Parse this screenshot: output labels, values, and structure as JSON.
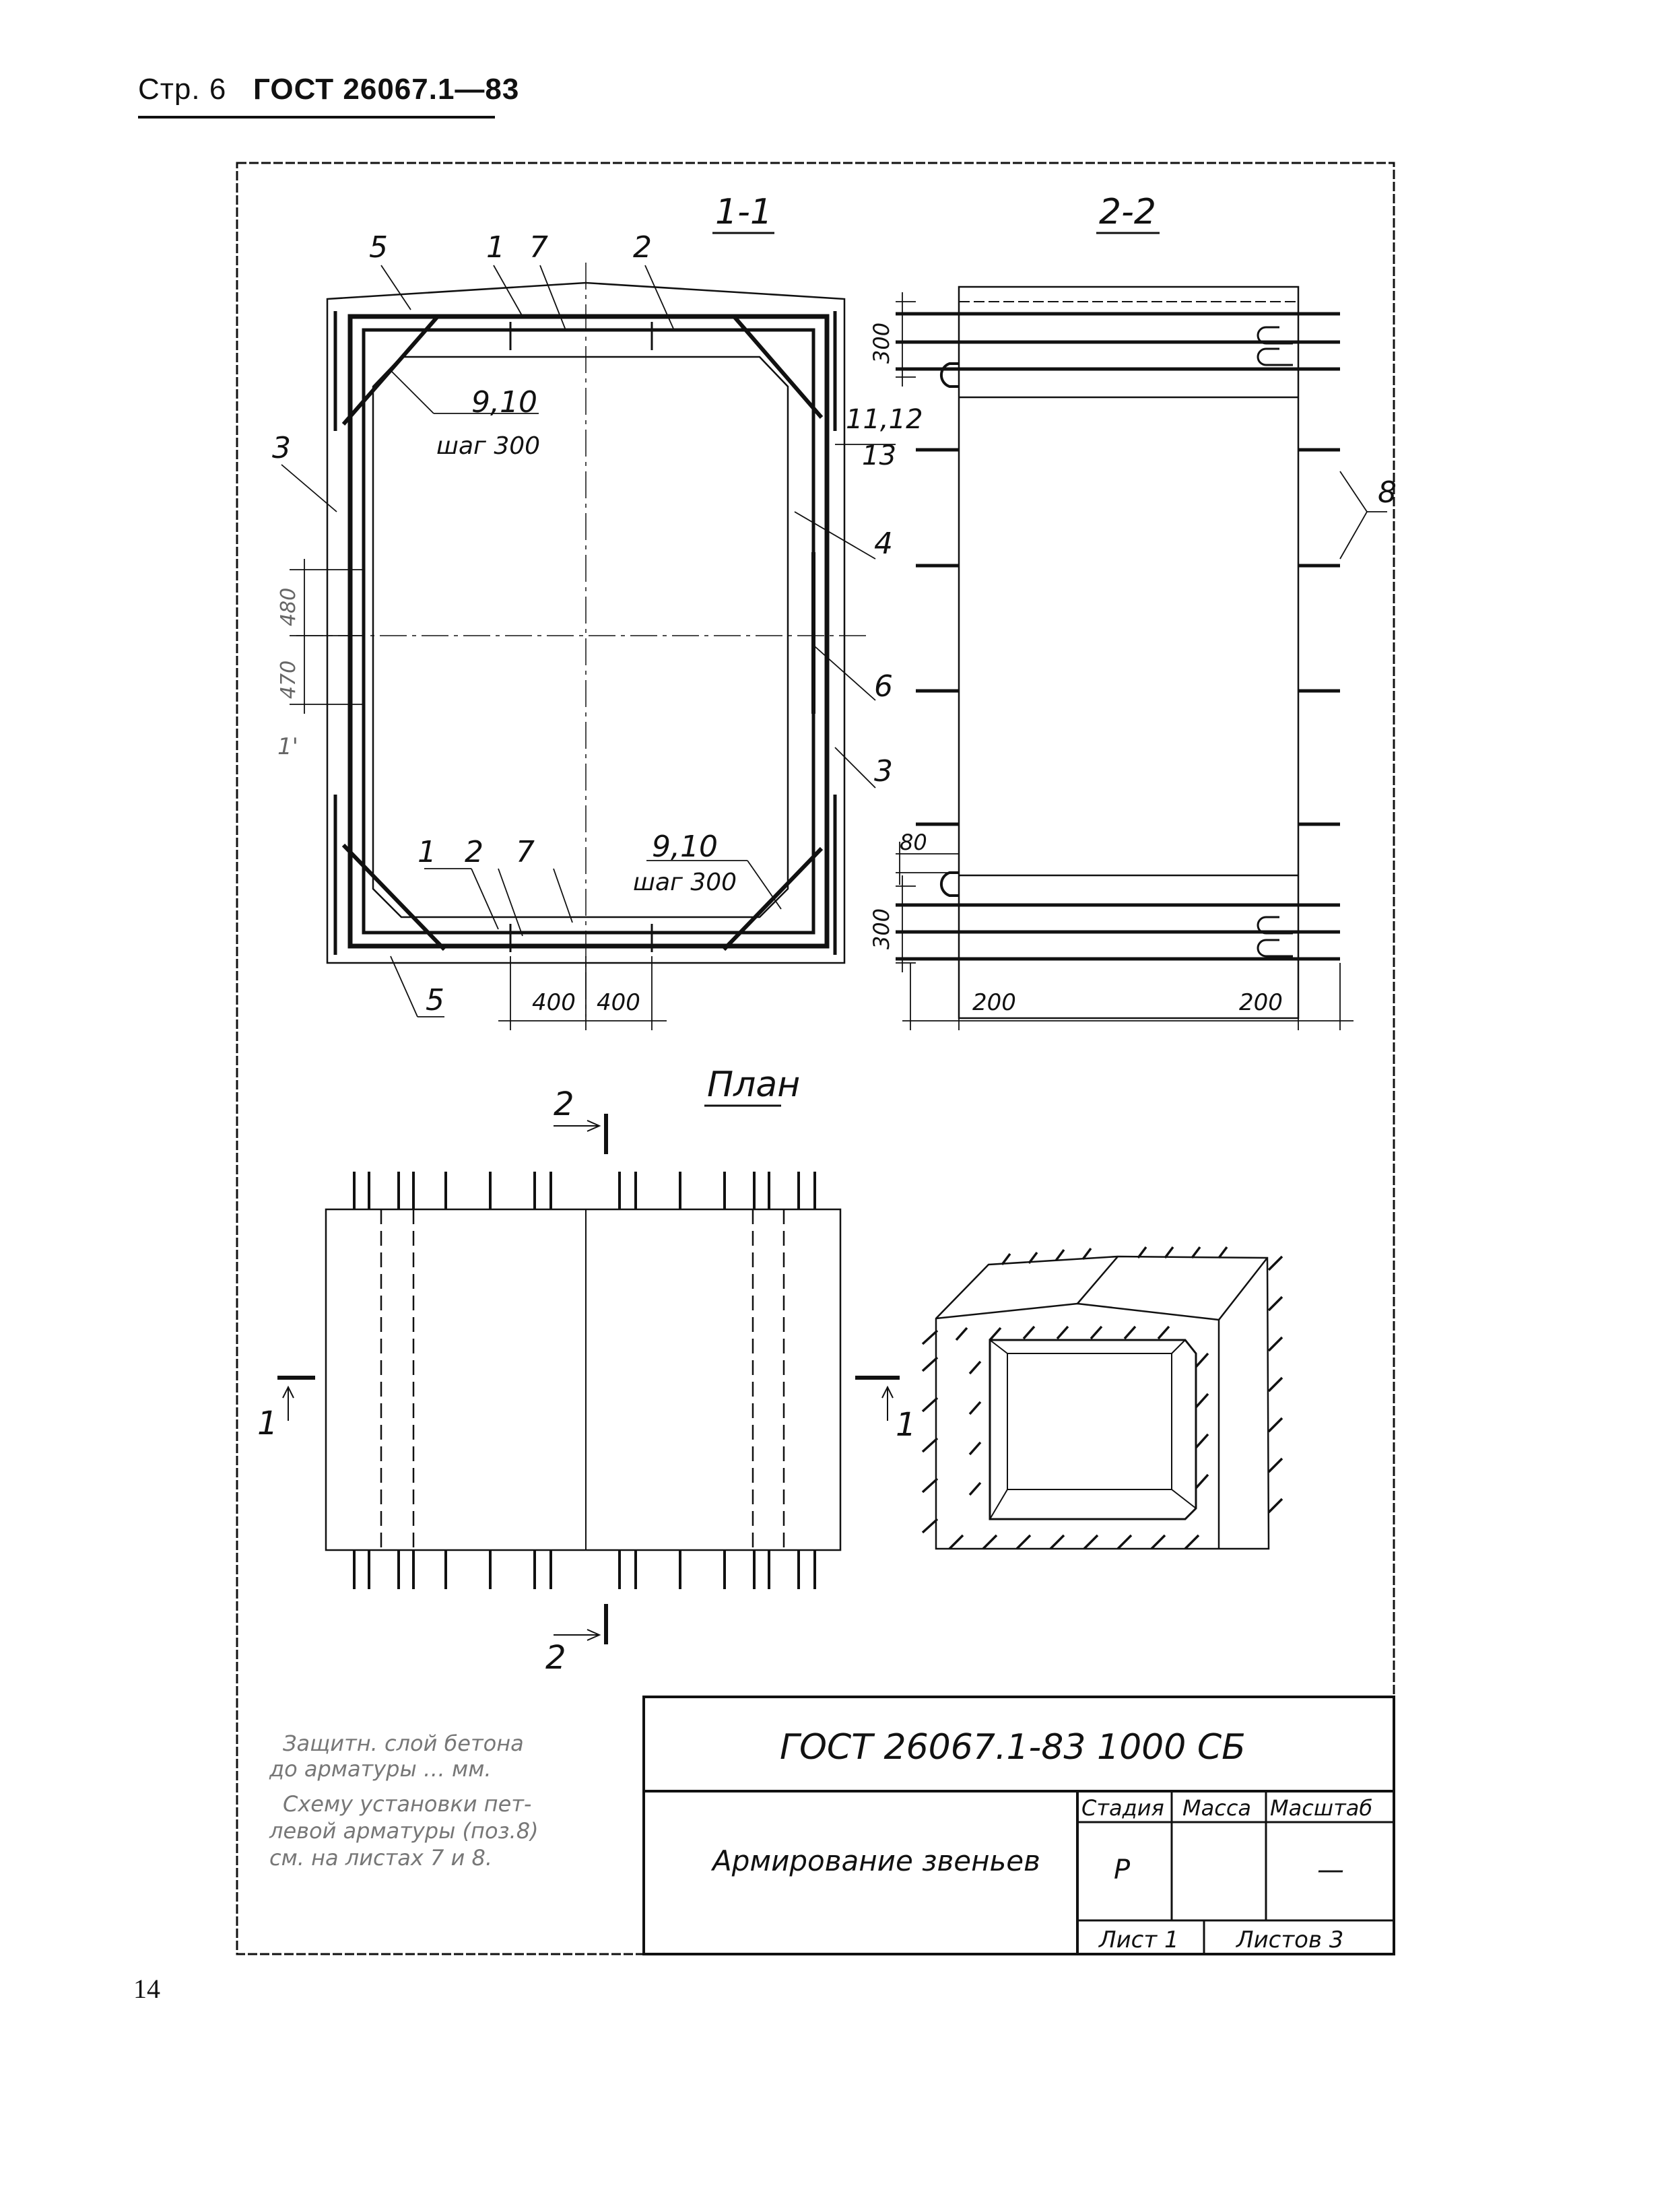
{
  "header": {
    "page_label": "Стр. 6",
    "standard": "ГОСТ 26067.1—83"
  },
  "page_number": "14",
  "sections": {
    "s11": "1-1",
    "s22": "2-2",
    "plan": "План"
  },
  "callouts_11": {
    "c5_top": "5",
    "c1_top": "1",
    "c7_top": "7",
    "c2_top": "2",
    "c910_top": "9,10",
    "step_top": "шаг 300",
    "c3_left": "3",
    "c4": "4",
    "c6": "6",
    "c3_right": "3",
    "c1112": "11,12",
    "c13": "13",
    "dim480": "480",
    "dim470": "470",
    "c_left_low": "1'",
    "c1_bot": "1",
    "c2_bot": "2",
    "c7_bot": "7",
    "c910_bot": "9,10",
    "step_bot": "шаг 300",
    "c5_bot": "5",
    "dim400a": "400",
    "dim400b": "400"
  },
  "callouts_22": {
    "c8": "8",
    "dim300_top": "300",
    "dim80": "80",
    "dim300_bot": "300",
    "dim200_left": "200",
    "dim200_right": "200"
  },
  "plan_marks": {
    "cut2_top": "2",
    "cut2_bot": "2",
    "cut1_left": "1",
    "cut1_right": "1"
  },
  "notes": {
    "line1": "Защитн. слой бетона",
    "line2": "до арматуры … мм.",
    "line3": "Схему установки пет-",
    "line4": "левой арматуры (поз.8)",
    "line5": "см. на листах 7 и 8."
  },
  "title_block": {
    "designation": "ГОСТ 26067.1-83    1000 СБ",
    "name": "Армирование звеньев",
    "stage_label": "Стадия",
    "mass_label": "Масса",
    "scale_label": "Масштаб",
    "stage_value": "Р",
    "mass_value": "",
    "scale_value": "—",
    "sheet": "Лист 1",
    "sheets": "Листов 3"
  }
}
